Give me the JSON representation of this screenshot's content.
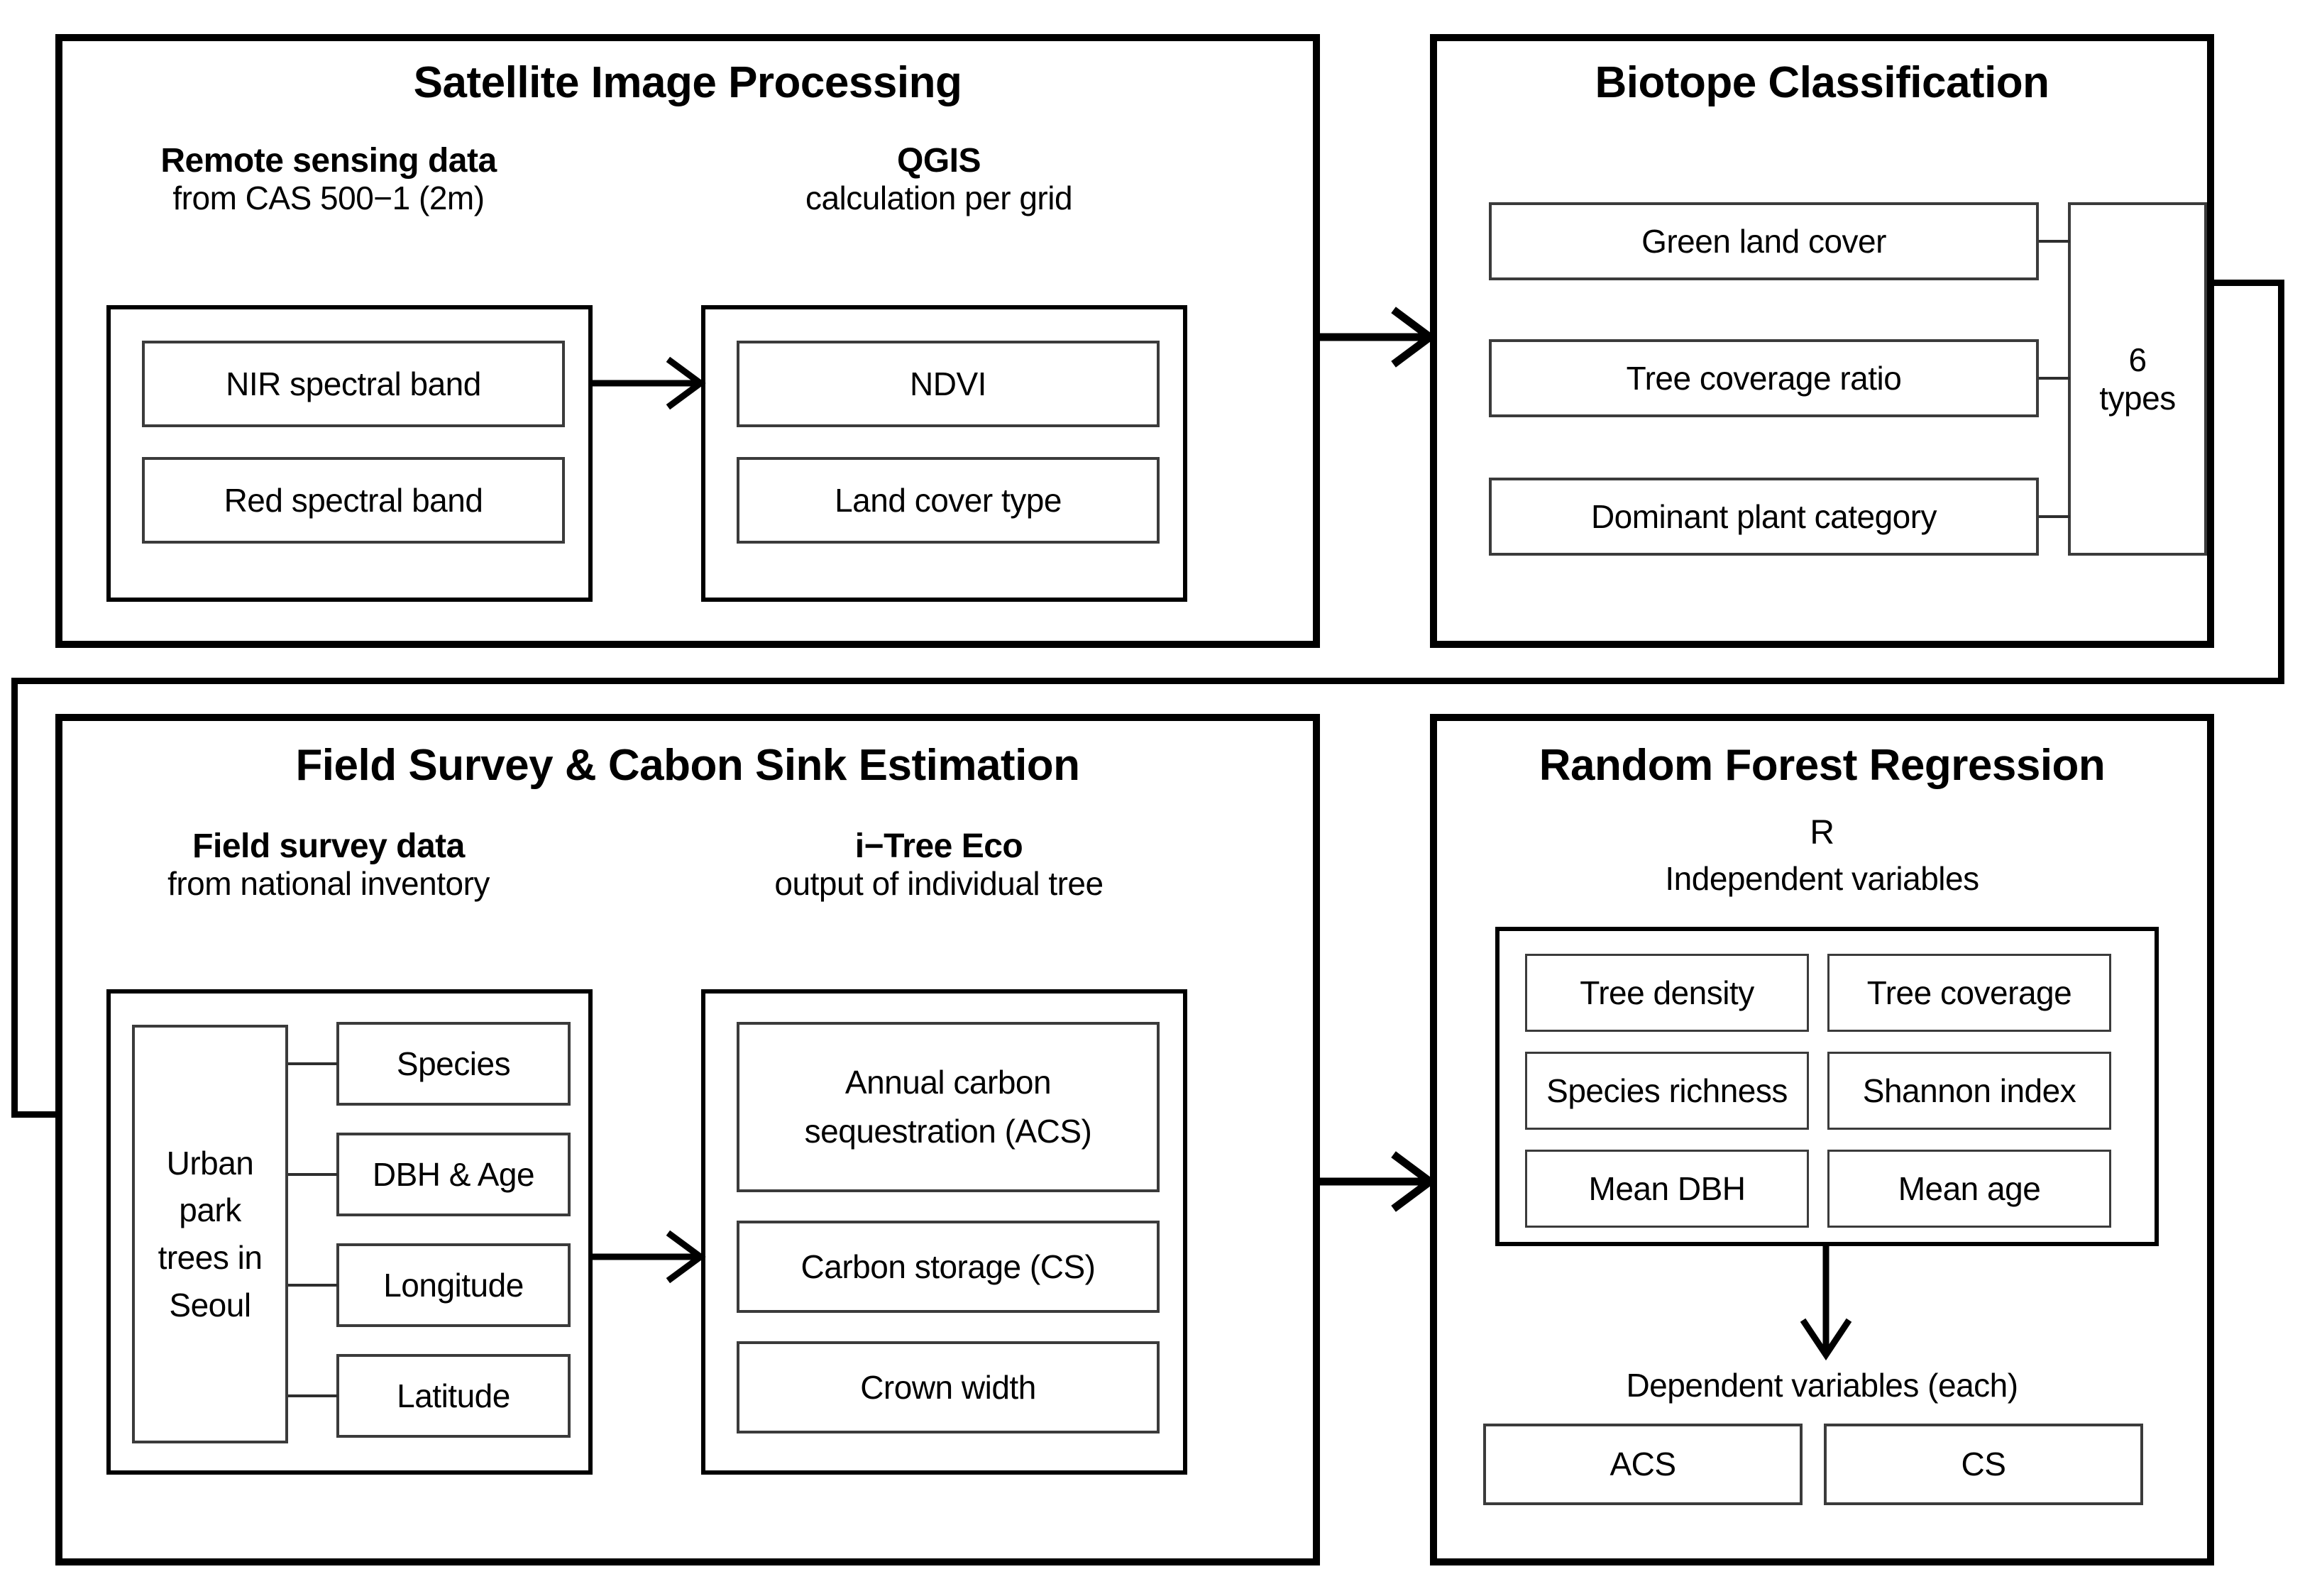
{
  "panels": {
    "satellite": {
      "title": "Satellite Image Processing",
      "col1": {
        "line1": "Remote sensing data",
        "line2": "from CAS 500−1 (2m)"
      },
      "col2": {
        "line1": "QGIS",
        "line2": "calculation per grid"
      },
      "col1_boxes": [
        "NIR spectral band",
        "Red spectral band"
      ],
      "col2_boxes": [
        "NDVI",
        "Land cover type"
      ]
    },
    "biotope": {
      "title": "Biotope Classification",
      "criteria": [
        "Green land cover",
        "Tree coverage ratio",
        "Dominant plant category"
      ],
      "result": {
        "line1": "6",
        "line2": "types"
      }
    },
    "field": {
      "title": "Field Survey & Cabon Sink Estimation",
      "col1": {
        "line1": "Field survey data",
        "line2": "from national inventory"
      },
      "col2": {
        "line1": "i−Tree Eco",
        "line2": "output of individual tree"
      },
      "source_box": [
        "Urban",
        "park",
        "trees in",
        "Seoul"
      ],
      "attributes": [
        "Species",
        "DBH & Age",
        "Longitude",
        "Latitude"
      ],
      "outputs": [
        "Annual carbon sequestration (ACS)",
        "Carbon storage (CS)",
        "Crown width"
      ],
      "outputs_wrapped": [
        [
          "Annual carbon",
          "sequestration (ACS)"
        ],
        [
          "Carbon storage (CS)"
        ],
        [
          "Crown width"
        ]
      ]
    },
    "regression": {
      "title": "Random Forest Regression",
      "software": "R",
      "independent_label": "Independent variables",
      "independent_vars": [
        "Tree density",
        "Tree coverage",
        "Species richness",
        "Shannon index",
        "Mean DBH",
        "Mean age"
      ],
      "dependent_label": "Dependent variables (each)",
      "dependent_vars": [
        "ACS",
        "CS"
      ]
    }
  },
  "connectors": {
    "arrow_nir_to_ndvi": "arrow-right",
    "arrow_satellite_to_biotope": "arrow-right",
    "arrow_field_to_regression": "arrow-right",
    "arrow_source_to_output": "arrow-right",
    "arrow_independent_to_dependent": "arrow-down",
    "wrap_biotope_to_field": "elbow-right-down-left"
  },
  "colors": {
    "stroke": "#000000",
    "thin_stroke": "#3b3b3b",
    "background": "#ffffff"
  }
}
